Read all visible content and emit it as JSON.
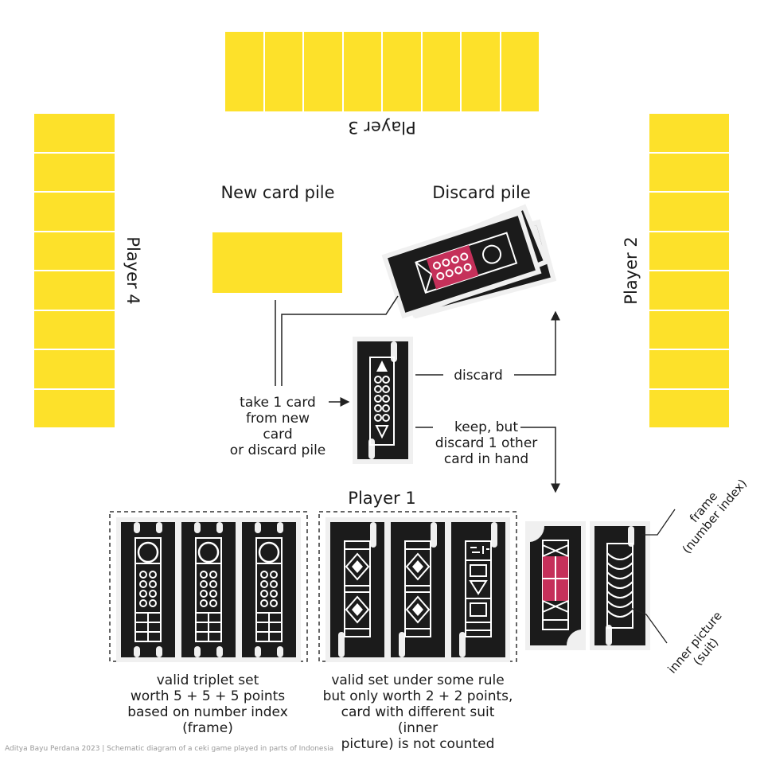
{
  "colors": {
    "back_card": "#fde12a",
    "card_black": "#1b1b1b",
    "card_border": "#f0f0f0",
    "card_line": "#ffffff",
    "accent_red": "#c5305a",
    "line": "#222222",
    "dashed_box": "#333333"
  },
  "players": {
    "top": {
      "label": "Player 3",
      "cards": 8
    },
    "right": {
      "label": "Player 2",
      "cards": 8
    },
    "left": {
      "label": "Player 4",
      "cards": 8
    },
    "bottom": {
      "label": "Player 1"
    }
  },
  "piles": {
    "new": {
      "label": "New card pile"
    },
    "discard": {
      "label": "Discard pile"
    }
  },
  "flow": {
    "take": "take 1 card\nfrom new card\nor discard pile",
    "discard": "discard",
    "keep": "keep, but\ndiscard 1 other\ncard in hand"
  },
  "sets": {
    "triplet": "valid triplet set\nworth 5 + 5 + 5 points\nbased on number index (frame)",
    "partial": "valid set under some rule\nbut only worth 2 + 2 points,\ncard with different suit (inner\npicture) is not counted"
  },
  "annotations": {
    "frame": "frame\n(number index)",
    "inner": "inner picture\n(suit)"
  },
  "credit": "Aditya Bayu Perdana 2023 | Schematic diagram of a ceki game played in parts of Indonesia"
}
